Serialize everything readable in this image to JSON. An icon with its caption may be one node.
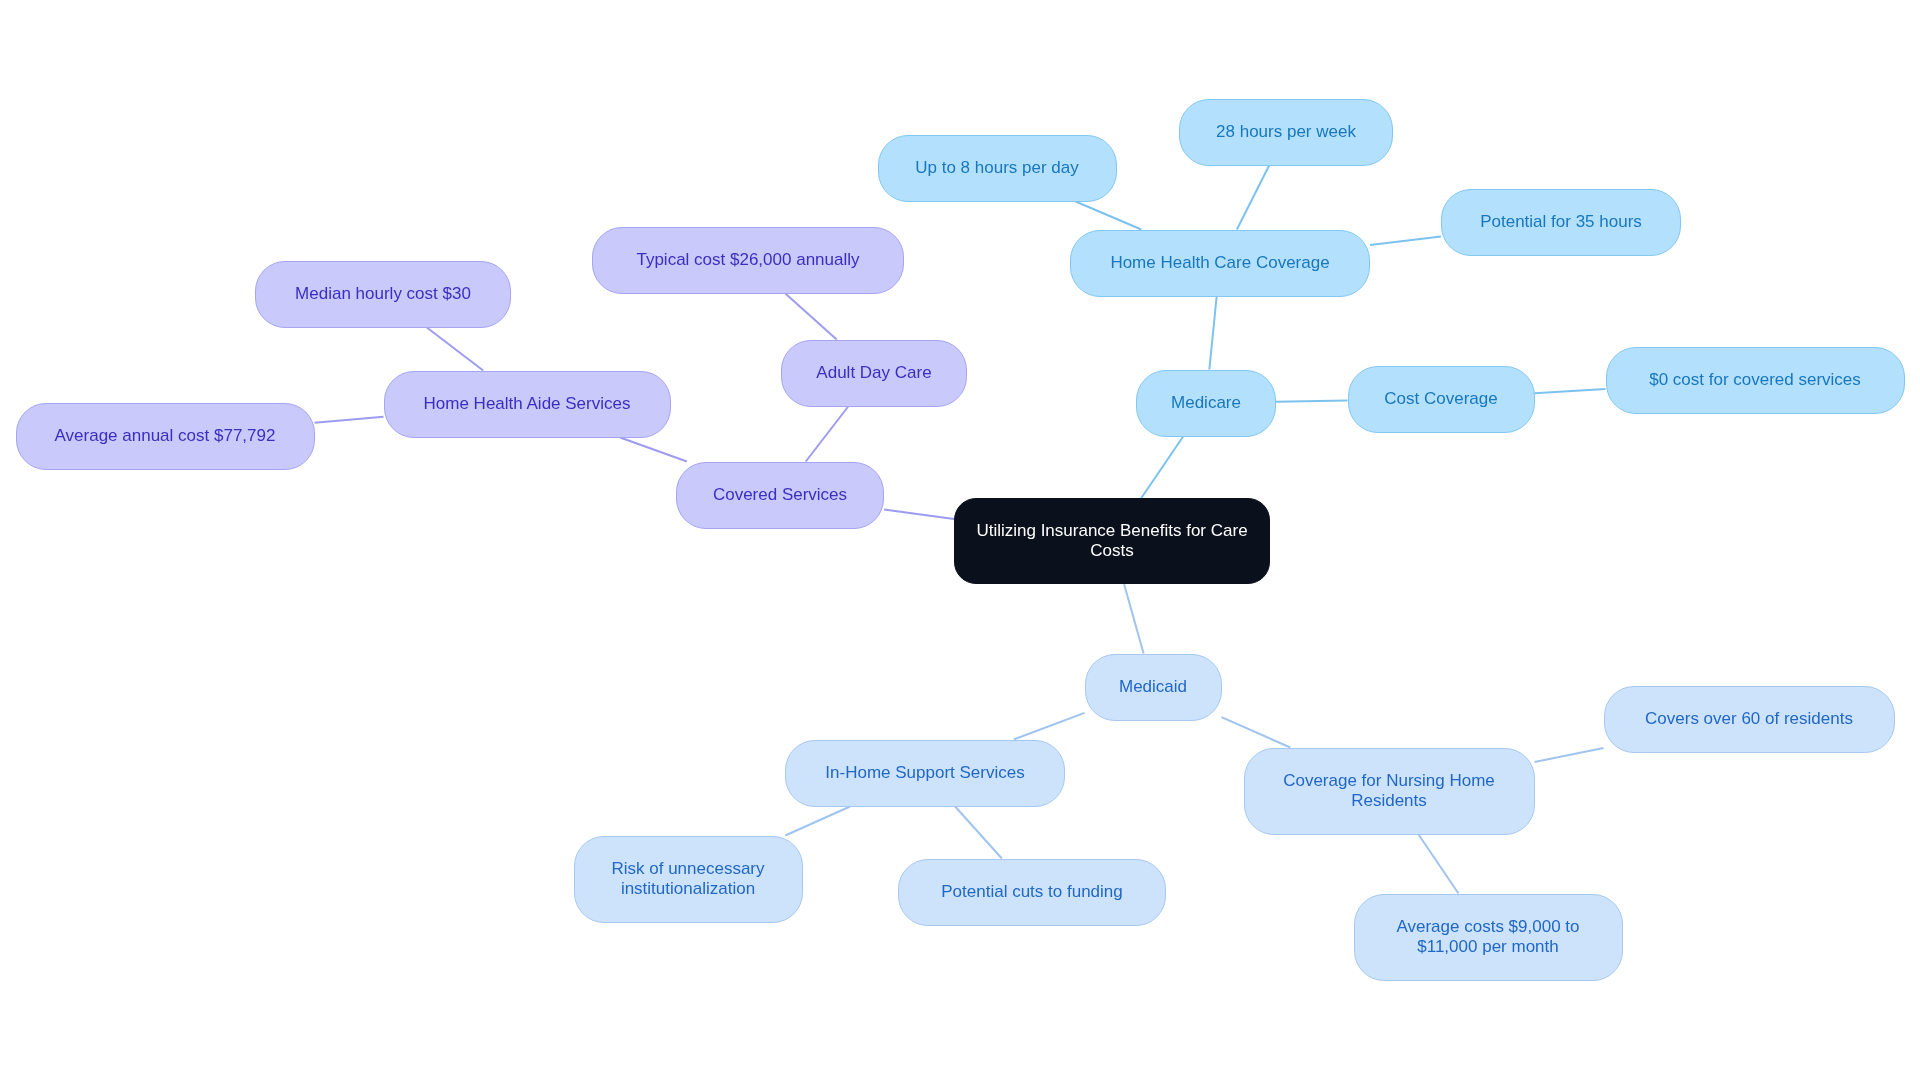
{
  "diagram": {
    "nodes": [
      {
        "text": [
          "Utilizing Insurance Benefits for Care Costs"
        ]
      },
      {
        "text": [
          "Covered Services"
        ]
      },
      {
        "text": [
          "Home Health Aide Services"
        ]
      },
      {
        "text": [
          "Median hourly cost $30"
        ]
      },
      {
        "text": [
          "Average annual cost $77,792"
        ]
      },
      {
        "text": [
          "Adult Day Care"
        ]
      },
      {
        "text": [
          "Typical cost $26,000 annually"
        ]
      },
      {
        "text": [
          "Medicare"
        ]
      },
      {
        "text": [
          "Home Health Care Coverage"
        ]
      },
      {
        "text": [
          "Up to 8 hours per day"
        ]
      },
      {
        "text": [
          "28 hours per week"
        ]
      },
      {
        "text": [
          "Potential for 35 hours"
        ]
      },
      {
        "text": [
          "Cost Coverage"
        ]
      },
      {
        "text": [
          "$0 cost for covered services"
        ]
      },
      {
        "text": [
          "Medicaid"
        ]
      },
      {
        "text": [
          "In-Home Support Services"
        ]
      },
      {
        "text": [
          "Risk of unnecessary institutionalization"
        ]
      },
      {
        "text": [
          "Potential cuts to funding"
        ]
      },
      {
        "text": [
          "Coverage for Nursing Home Residents"
        ]
      },
      {
        "text": [
          "Covers over 60 of residents"
        ]
      },
      {
        "text": [
          "Average costs $9,000 to $11,000 per month"
        ]
      }
    ],
    "edges": [
      {
        "from": 0,
        "to": 1,
        "arrow": "none",
        "color": "#9d9cf0"
      },
      {
        "from": 1,
        "to": 2,
        "arrow": "none",
        "color": "#9d9cf0"
      },
      {
        "from": 2,
        "to": 3,
        "arrow": "none",
        "color": "#9d9cf0"
      },
      {
        "from": 2,
        "to": 4,
        "arrow": "none",
        "color": "#9d9cf0"
      },
      {
        "from": 1,
        "to": 5,
        "arrow": "none",
        "color": "#9d9cf0"
      },
      {
        "from": 5,
        "to": 6,
        "arrow": "none",
        "color": "#9d9cf0"
      },
      {
        "from": 0,
        "to": 7,
        "arrow": "none",
        "color": "#7cc2ee"
      },
      {
        "from": 7,
        "to": 8,
        "arrow": "none",
        "color": "#7cc2ee"
      },
      {
        "from": 8,
        "to": 9,
        "arrow": "none",
        "color": "#7cc2ee"
      },
      {
        "from": 8,
        "to": 10,
        "arrow": "none",
        "color": "#7cc2ee"
      },
      {
        "from": 8,
        "to": 11,
        "arrow": "none",
        "color": "#7cc2ee"
      },
      {
        "from": 7,
        "to": 12,
        "arrow": "none",
        "color": "#7cc2ee"
      },
      {
        "from": 12,
        "to": 13,
        "arrow": "none",
        "color": "#7cc2ee"
      },
      {
        "from": 0,
        "to": 14,
        "arrow": "none",
        "color": "#9fc4ee"
      },
      {
        "from": 14,
        "to": 15,
        "arrow": "none",
        "color": "#9fc4ee"
      },
      {
        "from": 15,
        "to": 16,
        "arrow": "none",
        "color": "#9fc4ee"
      },
      {
        "from": 15,
        "to": 17,
        "arrow": "none",
        "color": "#9fc4ee"
      },
      {
        "from": 14,
        "to": 18,
        "arrow": "none",
        "color": "#9fc4ee"
      },
      {
        "from": 18,
        "to": 19,
        "arrow": "none",
        "color": "#9fc4ee"
      },
      {
        "from": 18,
        "to": 20,
        "arrow": "none",
        "color": "#9fc4ee"
      }
    ]
  }
}
